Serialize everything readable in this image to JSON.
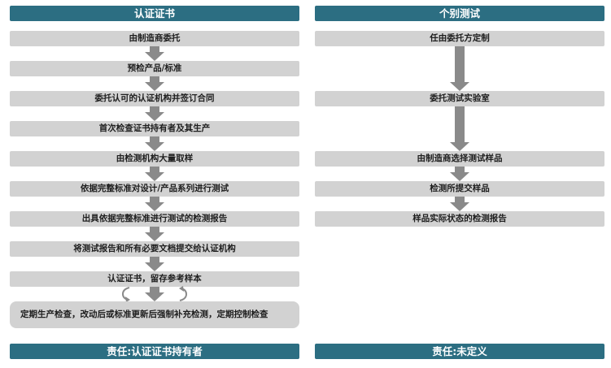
{
  "left": {
    "title": "认证证书",
    "steps": [
      "由制造商委托",
      "预检产品/标准",
      "委托认可的认证机构并签订合同",
      "首次检查证书持有者及其生产",
      "由检测机构大量取样",
      "依据完整标准对设计/产品系列进行测试",
      "出具依据完整标准进行测试的检测报告",
      "将测试报告和所有必要文档提交给认证机构",
      "认证证书，留存参考样本",
      "定期生产检查，改动后或标准更新后强制补充检测，定期控制检查"
    ],
    "footer": "责任:认证证书持有者"
  },
  "right": {
    "title": "个别测试",
    "steps": [
      "任由委托方定制",
      "委托测试实验室",
      "由制造商选择测试样品",
      "检测所提交样品",
      "样品实际状态的检测报告"
    ],
    "footer": "责任:未定义"
  },
  "colors": {
    "header": "#2c6e82",
    "step_box": "#d2d2d2",
    "arrow": "#8a8a8a"
  },
  "icons": [
    "cycle-arrow-left-icon",
    "cycle-arrow-right-icon"
  ]
}
